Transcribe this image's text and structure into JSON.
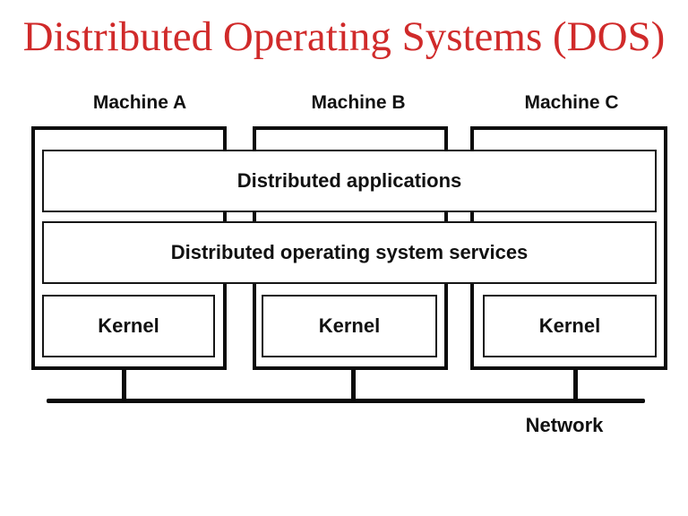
{
  "title": "Distributed Operating Systems (DOS)",
  "colors": {
    "title": "#d02a2a",
    "line": "#0b0b0b"
  },
  "machines": [
    {
      "label": "Machine A"
    },
    {
      "label": "Machine B"
    },
    {
      "label": "Machine C"
    }
  ],
  "layers": {
    "applications_label": "Distributed applications",
    "services_label": "Distributed operating system services",
    "kernel_label": "Kernel"
  },
  "network": {
    "label": "Network"
  }
}
